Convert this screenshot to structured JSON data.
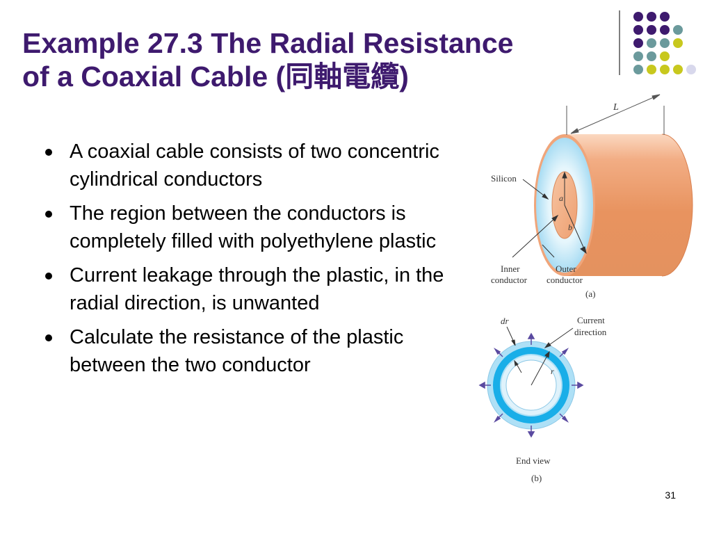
{
  "slide": {
    "title_line1": "Example 27.3 The Radial Resistance",
    "title_line2_prefix": "of a Coaxial Cable (",
    "title_line2_cjk": "同軸電纜",
    "title_line2_suffix": ")",
    "bullets": [
      {
        "text": "A coaxial cable consists of two concentric cylindrical conductors"
      },
      {
        "text": "The region between the conductors is completely filled with polyethylene plastic"
      },
      {
        "text": "Current leakage through the plastic, in the radial direction, is unwanted"
      },
      {
        "text": "Calculate the resistance of the plastic between the two conductor"
      }
    ],
    "page_number": "31"
  },
  "figure_a": {
    "length_label": "L",
    "silicon_label": "Silicon",
    "inner_radius_label": "a",
    "outer_radius_label": "b",
    "inner_conductor_label_1": "Inner",
    "inner_conductor_label_2": "conductor",
    "outer_conductor_label_1": "Outer",
    "outer_conductor_label_2": "conductor",
    "caption": "(a)"
  },
  "figure_b": {
    "dr_label": "dr",
    "current_label_1": "Current",
    "current_label_2": "direction",
    "radius_label": "r",
    "end_view_label": "End view",
    "caption": "(b)"
  },
  "colors": {
    "title": "#3e1a6e",
    "dot_purple": "#3e1a6e",
    "dot_teal": "#6b9a9c",
    "dot_yellow": "#c8c81e",
    "dot_lavender": "#d8d8ec",
    "cable_orange": "#e8986a",
    "insulation_blue": "#b6e2f6",
    "ring_blue": "#19aee8",
    "arrow_purple": "#5a4aa0"
  }
}
